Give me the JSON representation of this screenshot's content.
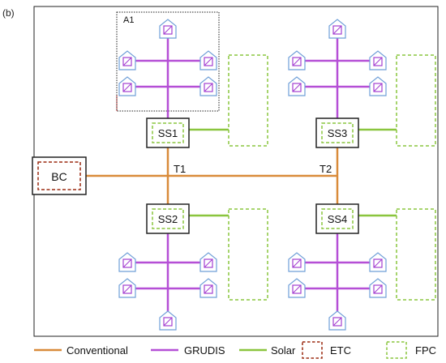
{
  "panel_label": "(b)",
  "area_label": "A1",
  "boiler": {
    "label": "BC"
  },
  "substations": [
    {
      "id": "SS1"
    },
    {
      "id": "SS2"
    },
    {
      "id": "SS3"
    },
    {
      "id": "SS4"
    }
  ],
  "junctions": [
    "T1",
    "T2"
  ],
  "legend": [
    {
      "label": "Conventional",
      "kind": "line",
      "color": "#d98b3a"
    },
    {
      "label": "GRUDIS",
      "kind": "line",
      "color": "#b54fd6"
    },
    {
      "label": "Solar",
      "kind": "line",
      "color": "#8ac53e"
    },
    {
      "label": "ETC",
      "kind": "box",
      "color": "#9b2a10"
    },
    {
      "label": "FPC",
      "kind": "box",
      "color": "#8ac53e"
    }
  ],
  "colors": {
    "conventional": "#d98b3a",
    "grudis": "#b54fd6",
    "solar": "#8ac53e",
    "etc": "#9b2a10",
    "house_outline": "#6f9fd8",
    "house_icon": "#a43fd0"
  }
}
